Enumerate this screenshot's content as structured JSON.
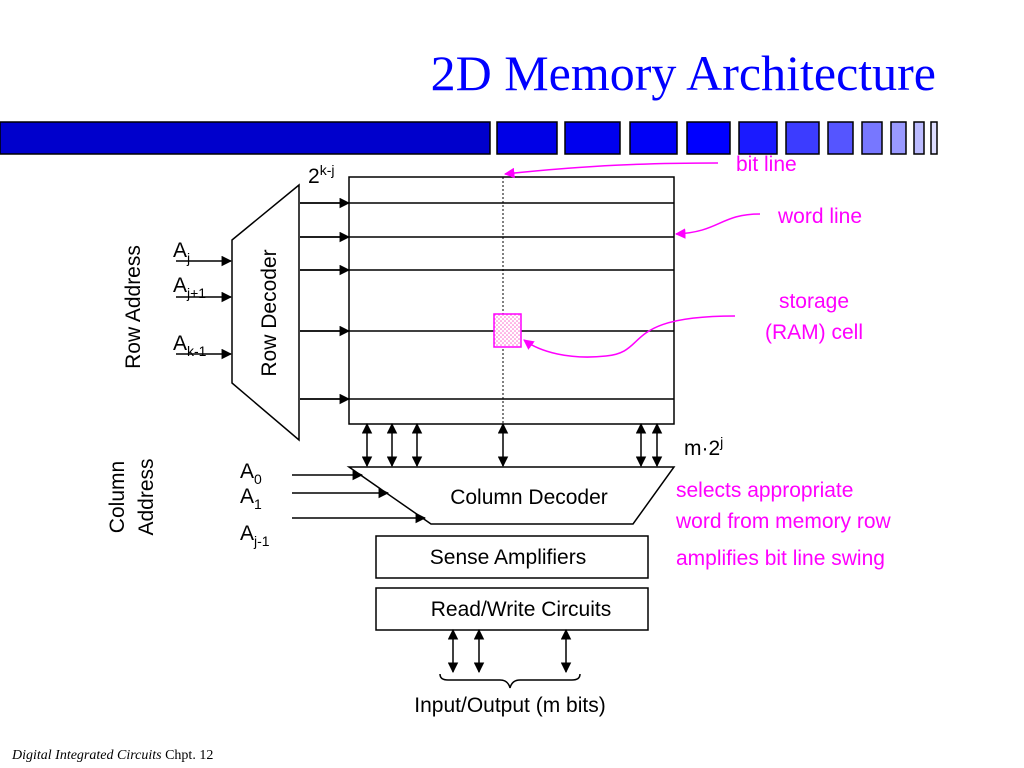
{
  "slide": {
    "title": "2D Memory Architecture",
    "footer_title": "Digital Integrated Circuits",
    "footer_chapter": "Chpt. 12"
  },
  "colors": {
    "title": "#0000ff",
    "bar_dark": "#0000cc",
    "annotation": "#ff00ff"
  },
  "diagram": {
    "rows_label": "2",
    "rows_exp": "k-j",
    "row_address_label": "Row Address",
    "row_decoder_label": "Row Decoder",
    "row_inputs": [
      {
        "base": "A",
        "sub": "j"
      },
      {
        "base": "A",
        "sub": "j+1"
      },
      {
        "base": "A",
        "sub": "k-1"
      }
    ],
    "column_address_line1": "Column",
    "column_address_line2": "Address",
    "col_inputs": [
      {
        "base": "A",
        "sub": "0"
      },
      {
        "base": "A",
        "sub": "1"
      },
      {
        "base": "A",
        "sub": "j-1"
      }
    ],
    "cols_label": "m·2",
    "cols_exp": "j",
    "column_decoder_label": "Column Decoder",
    "sense_amplifiers_label": "Sense Amplifiers",
    "read_write_label": "Read/Write Circuits",
    "io_label": "Input/Output (m bits)"
  },
  "annotations": {
    "bit_line": "bit line",
    "word_line": "word line",
    "storage_line1": "storage",
    "storage_line2": "(RAM) cell",
    "column_decoder_note_line1": "selects appropriate",
    "column_decoder_note_line2": "word from memory row",
    "sense_amp_note": "amplifies bit line swing"
  }
}
